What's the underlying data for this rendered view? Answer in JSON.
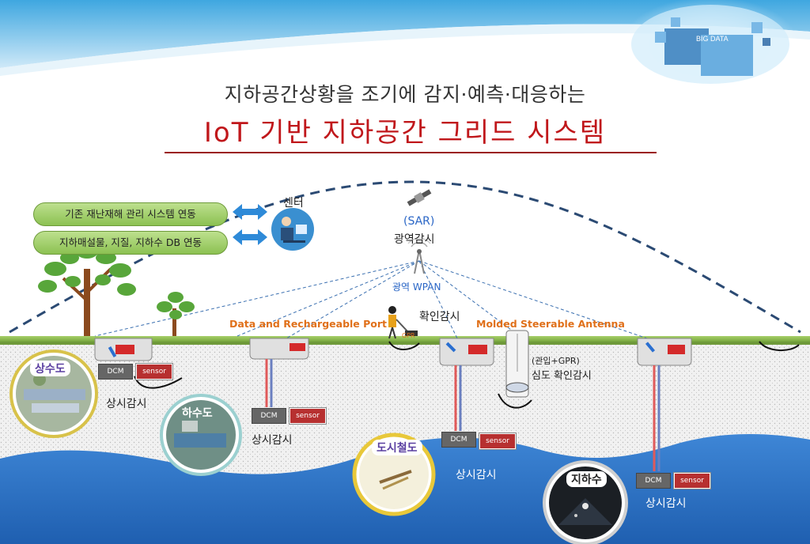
{
  "header": {
    "subtitle": "지하공간상황을 조기에 감지·예측·대응하는",
    "title": "IoT 기반 지하공간 그리드 시스템",
    "corner_image_text": "BIG DATA"
  },
  "links": {
    "item1": "기존 재난재해 관리 시스템 연동",
    "item2": "지하매설물, 지질, 지하수 DB 연동"
  },
  "labels": {
    "center": "센터",
    "sar": "(SAR)",
    "wide_area_monitoring": "광역감시",
    "wpan": "광역 WPAN",
    "gpr_check": "확인감시",
    "data_port": "Data and Rechargeable Port",
    "antenna": "Molded Steerable Antenna",
    "manhole_gpr": "(관입+GPR)",
    "deep_check": "심도 확인감시",
    "gpr_tag": "GPR"
  },
  "stations": [
    {
      "dcm": "DCM",
      "sensor": "sensor",
      "caption": "상시감시"
    },
    {
      "dcm": "DCM",
      "sensor": "sensor",
      "caption": "상시감시"
    },
    {
      "dcm": "DCM",
      "sensor": "sensor",
      "caption": "상시감시"
    },
    {
      "dcm": "DCM",
      "sensor": "sensor",
      "caption": "상시감시"
    }
  ],
  "facilities": [
    {
      "name": "상수도",
      "color": "#5a3fa0"
    },
    {
      "name": "하수도",
      "color": "#ffffff"
    },
    {
      "name": "도시철도",
      "color": "#5a3fa0"
    },
    {
      "name": "지하수",
      "color": "#222222"
    }
  ],
  "colors": {
    "title_red": "#c0171b",
    "ground_green": "#8cc152",
    "water_blue": "#2f6fc0",
    "arc_navy": "#2b4a73",
    "orange_label": "#e0701a"
  }
}
